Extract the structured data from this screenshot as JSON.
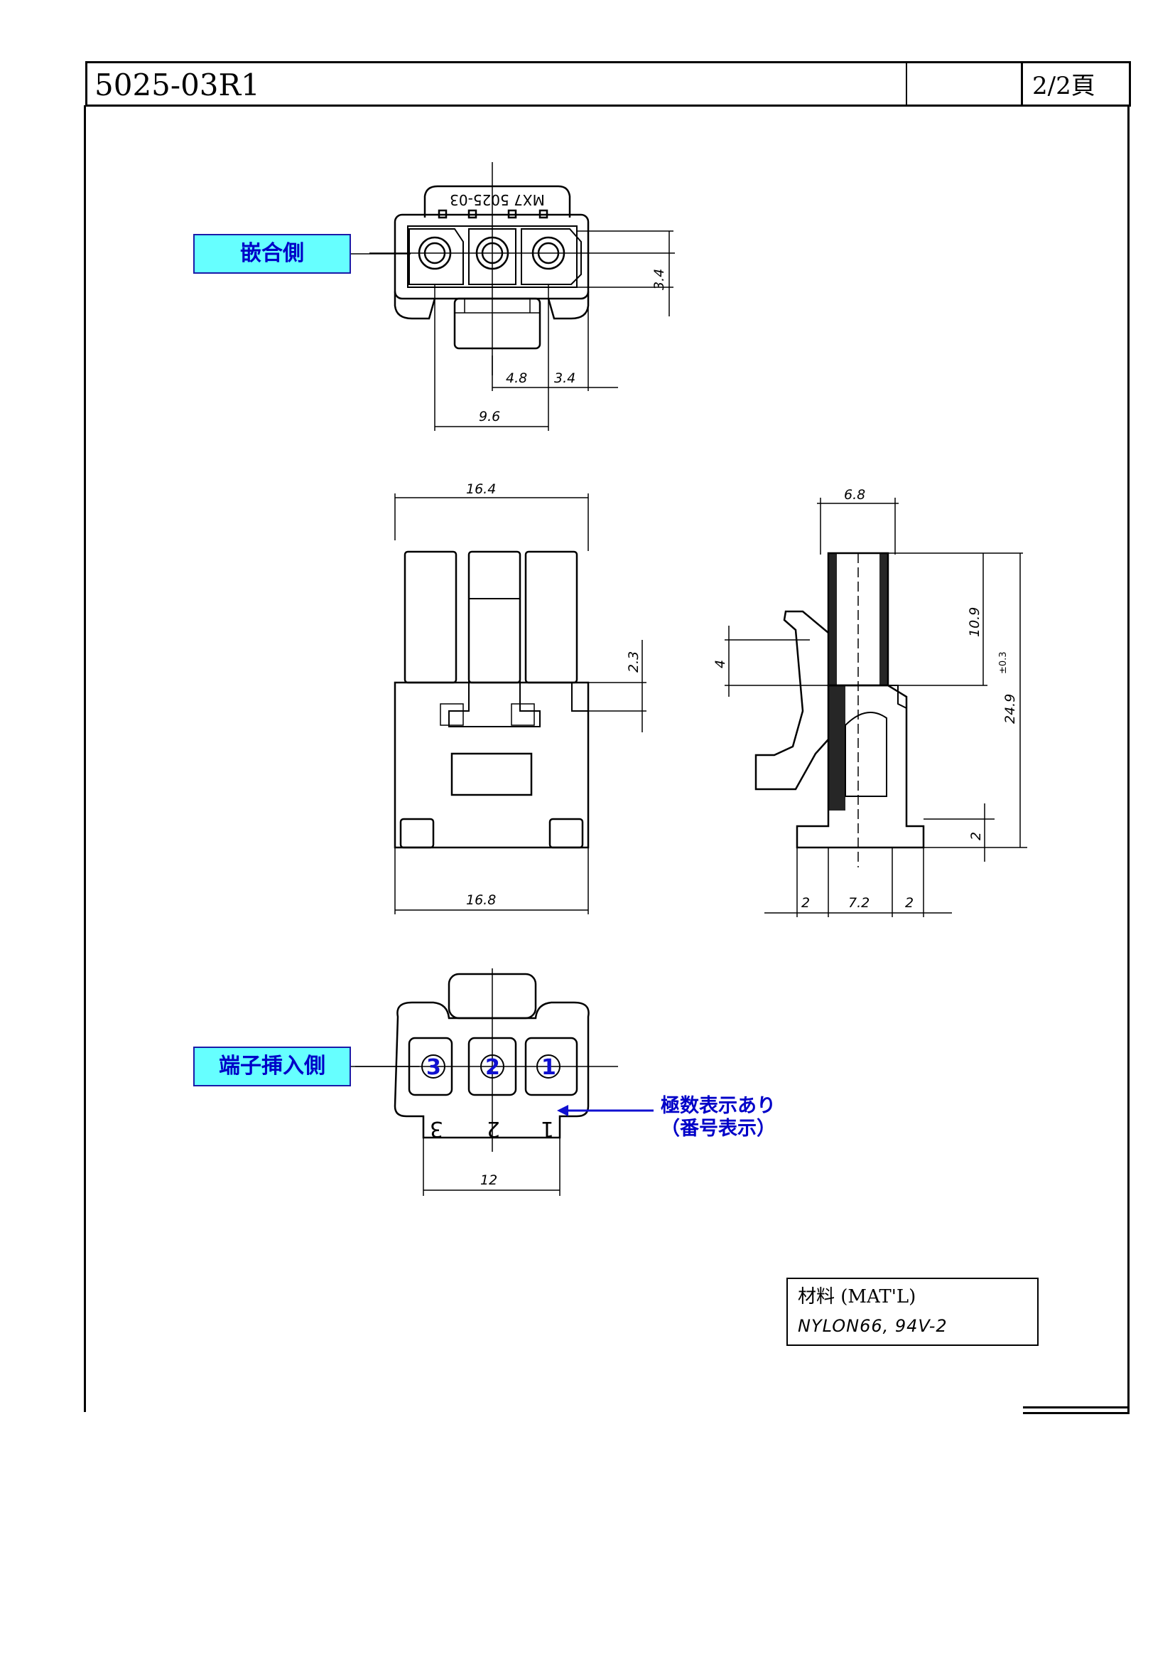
{
  "header": {
    "part_number": "5025-03R1",
    "page": "2/2頁"
  },
  "labels": {
    "mating_side": "嵌合側",
    "insertion_side": "端子挿入側",
    "note_line1": "極数表示あり",
    "note_line2": "（番号表示）"
  },
  "material": {
    "label": "材料 (MAT'L)",
    "value": "NYLON66, 94V-2"
  },
  "drawing": {
    "housing_marking": "MX7 5025-03",
    "dimensions": {
      "pin_pitch_half": "4.8",
      "edge_to_pin": "3.4",
      "pin_span": "9.6",
      "pin_height": "3.4",
      "top_width": "16.4",
      "bottom_width": "16.8",
      "latch_offset": "2.3",
      "side_width": "6.8",
      "latch_upper": "10.9",
      "total_height": "24.9",
      "total_height_tol": "±0.3",
      "latch_step": "4",
      "base_height": "2",
      "side_left": "2",
      "side_center": "7.2",
      "side_right": "2",
      "rear_width": "12"
    },
    "pin_numbers": [
      "3",
      "2",
      "1"
    ],
    "rear_marks": [
      "3",
      "2",
      "1"
    ]
  }
}
